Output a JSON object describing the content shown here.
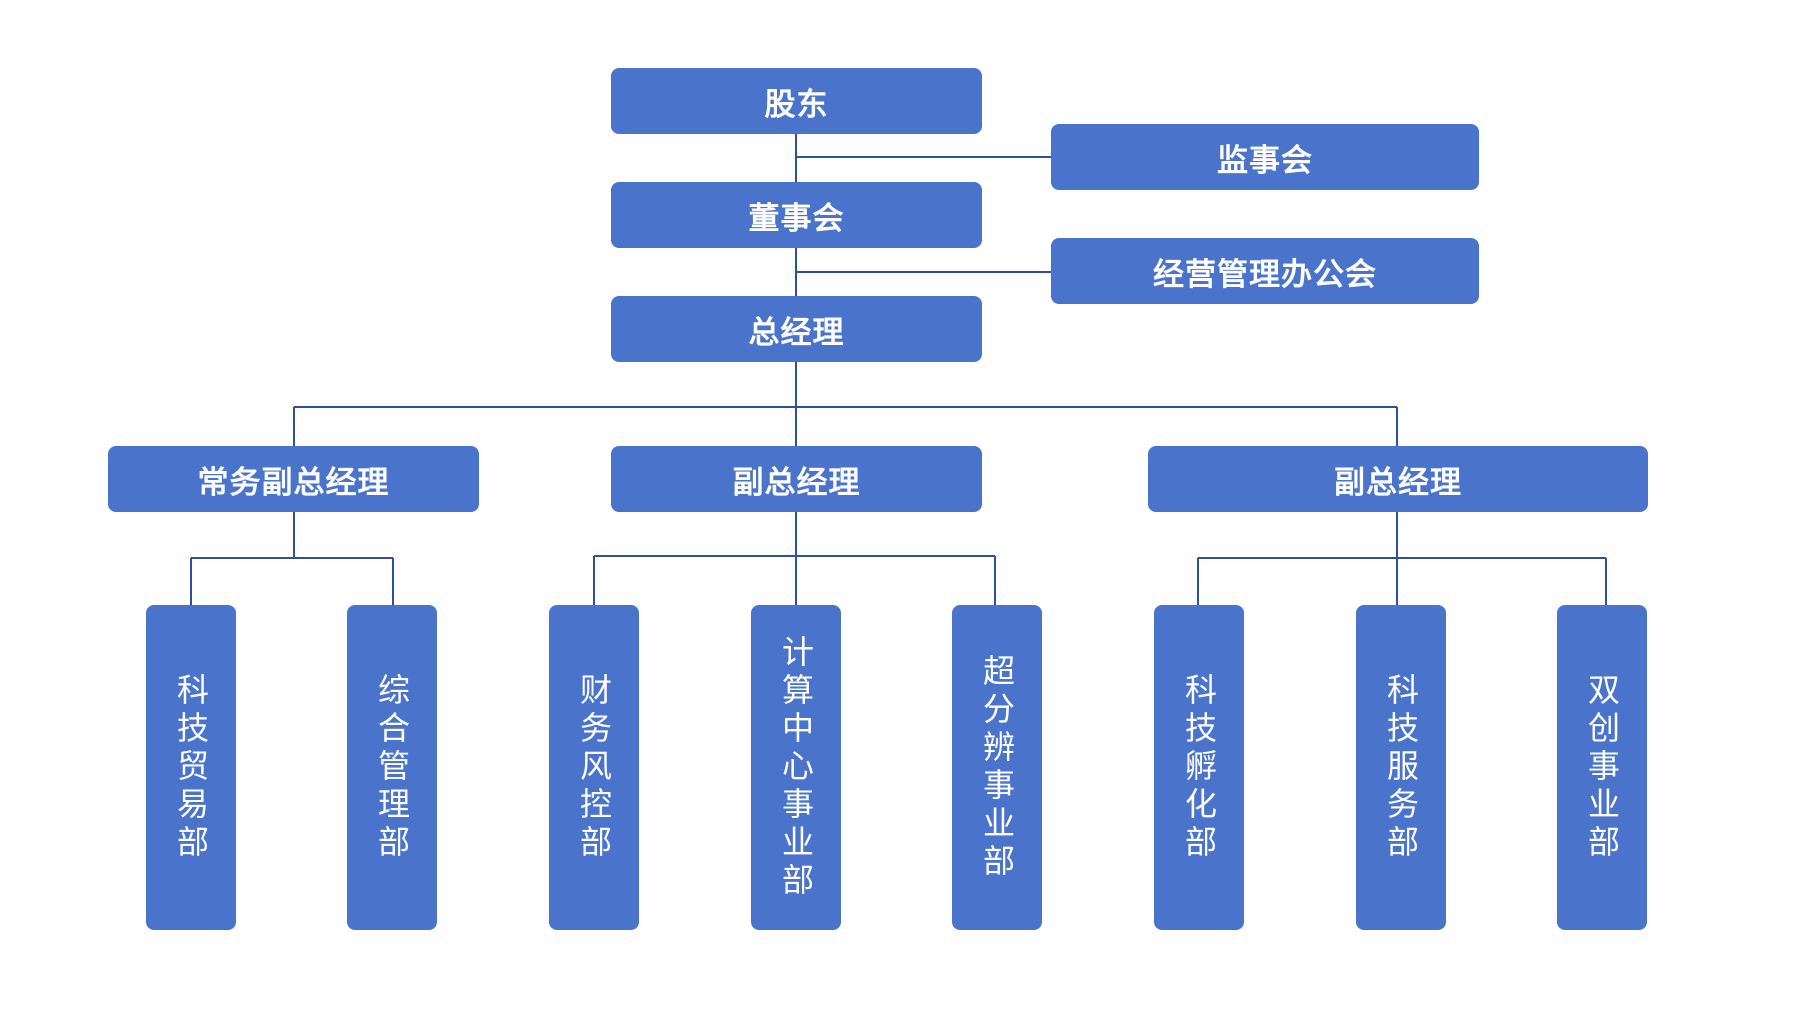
{
  "colors": {
    "box_fill": "#4a74cc",
    "box_text": "#ffffff",
    "connector": "#2f4f9a",
    "background": "#ffffff"
  },
  "top": {
    "shareholders": "股东",
    "supervisory_board": "监事会",
    "board_of_directors": "董事会",
    "management_office": "经营管理办公会",
    "general_manager": "总经理"
  },
  "deputies": [
    {
      "title": "常务副总经理"
    },
    {
      "title": "副总经理"
    },
    {
      "title": "副总经理"
    }
  ],
  "departments": [
    {
      "name": "科技贸易部"
    },
    {
      "name": "综合管理部"
    },
    {
      "name": "财务风控部"
    },
    {
      "name": "计算中心事业部"
    },
    {
      "name": "超分辨事业部"
    },
    {
      "name": "科技孵化部"
    },
    {
      "name": "科技服务部"
    },
    {
      "name": "双创事业部"
    }
  ]
}
